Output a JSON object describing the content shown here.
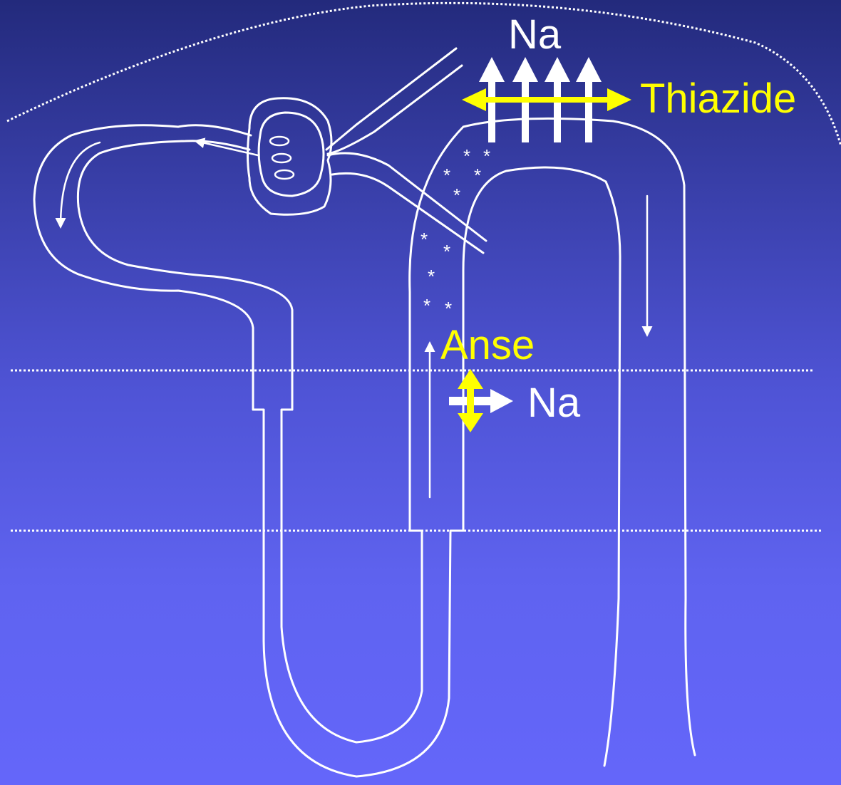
{
  "labels": {
    "sodium_top": "Na",
    "thiazide": "Thiazide",
    "loop": "Anse",
    "sodium_loop": "Na"
  },
  "markers": {
    "star": "*"
  },
  "colors": {
    "background_top": "#232a7c",
    "background_bottom": "#6466fa",
    "drawing": "#ffffff",
    "drug_highlight": "#ffff00"
  }
}
